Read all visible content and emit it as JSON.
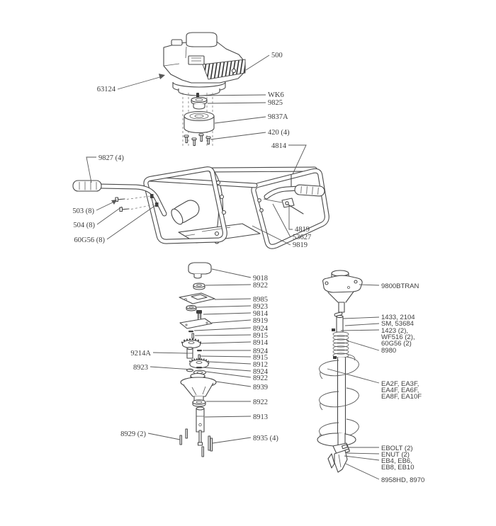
{
  "labels": {
    "l500": "500",
    "l63124": "63124",
    "lWK6": "WK6",
    "l9825": "9825",
    "l9837A": "9837A",
    "l420": "420 (4)",
    "l4814": "4814",
    "l9827": "9827 (4)",
    "l503": "503 (8)",
    "l504": "504 (8)",
    "l60G56_8": "60G56 (8)",
    "l4819": "4819",
    "l53627": "53627",
    "l9819": "9819",
    "l9018": "9018",
    "l8922a": "8922",
    "l8985": "8985",
    "l8923a": "8923",
    "l9814": "9814",
    "l8919": "8919",
    "l8924a": "8924",
    "l8915a": "8915",
    "l8914": "8914",
    "l9214A": "9214A",
    "l8924b": "8924",
    "l8915b": "8915",
    "l8912": "8912",
    "l8923b": "8923",
    "l8924c": "8924",
    "l8922b": "8922",
    "l8939": "8939",
    "l8922c": "8922",
    "l8913": "8913",
    "l8929": "8929 (2)",
    "l8935": "8935 (4)",
    "l9800BTRAN": "9800BTRAN",
    "l1433": "1433, 2104",
    "lSM": "SM, 53684",
    "l1423": "1423 (2),",
    "lWF516": "WF516 (2),",
    "l60G56_2": "60G56 (2)",
    "l8980": "8980",
    "lEA_1": "EA2F, EA3F,",
    "lEA_2": "EA4F, EA6F,",
    "lEA_3": "EA8F, EA10F",
    "lEBOLT": "EBOLT (2)",
    "lENUT": "ENUT (2)",
    "lEB_1": "EB4, EB6,",
    "lEB_2": "EB8, EB10",
    "l8958": "8958HD, 8970"
  },
  "colors": {
    "line": "#474747",
    "text": "#3c3c3c",
    "background": "#ffffff"
  }
}
